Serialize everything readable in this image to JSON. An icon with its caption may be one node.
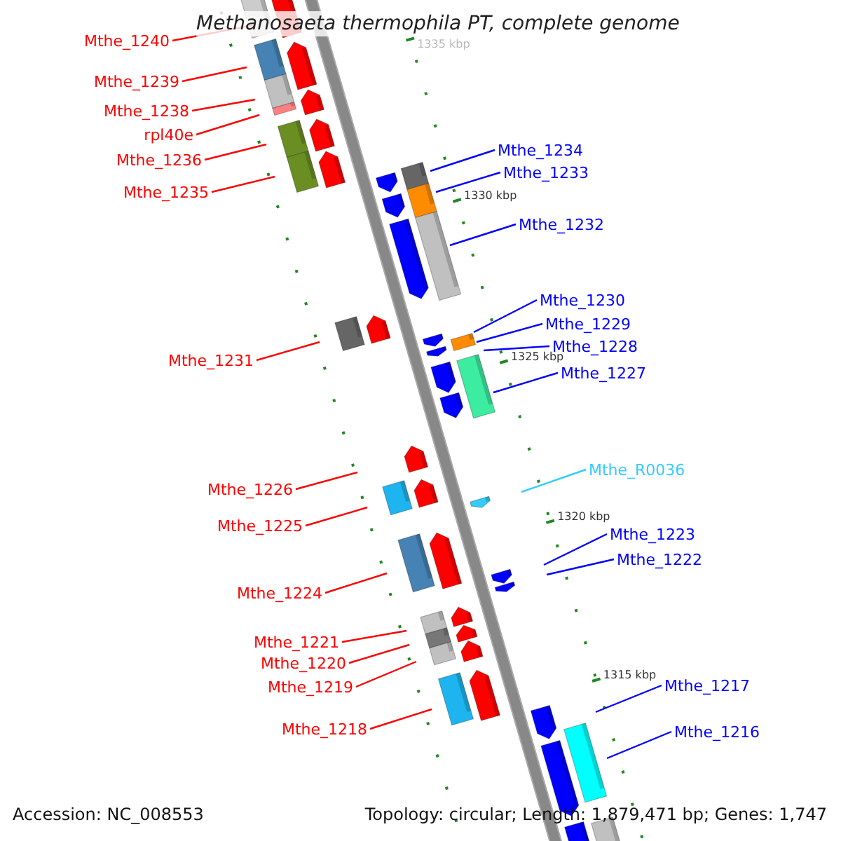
{
  "diagram": {
    "title": "Methanosaeta thermophila PT, complete genome",
    "nodes": [
      {
        "text": [
          "Mthe_1240"
        ]
      },
      {
        "text": [
          "Mthe_1239"
        ]
      },
      {
        "text": [
          "Mthe_1238"
        ]
      },
      {
        "text": [
          "rpl40e"
        ]
      },
      {
        "text": [
          "Mthe_1234"
        ]
      },
      {
        "text": [
          "Mthe_1236"
        ]
      },
      {
        "text": [
          "Mthe_1233"
        ]
      },
      {
        "text": [
          "Mthe_1235"
        ]
      },
      {
        "text": [
          "Mthe_1232"
        ]
      },
      {
        "text": [
          "Mthe_1230"
        ]
      },
      {
        "text": [
          "Mthe_1229"
        ]
      },
      {
        "text": [
          "Mthe_1228"
        ]
      },
      {
        "text": [
          "Mthe_1231"
        ]
      },
      {
        "text": [
          "Mthe_1227"
        ]
      },
      {
        "text": [
          "Mthe_R0036"
        ]
      },
      {
        "text": [
          "Mthe_1226"
        ]
      },
      {
        "text": [
          "Mthe_1225"
        ]
      },
      {
        "text": [
          "Mthe_1223"
        ]
      },
      {
        "text": [
          "Mthe_1222"
        ]
      },
      {
        "text": [
          "Mthe_1224"
        ]
      },
      {
        "text": [
          "Mthe_1221"
        ]
      },
      {
        "text": [
          "Mthe_1220"
        ]
      },
      {
        "text": [
          "Mthe_1217"
        ]
      },
      {
        "text": [
          "Mthe_1219"
        ]
      },
      {
        "text": [
          "Mthe_1218"
        ]
      },
      {
        "text": [
          "Mthe_1216"
        ]
      }
    ],
    "edges": [
      {
        "from": 0,
        "to": null,
        "arrow": "none"
      },
      {
        "from": 1,
        "to": null,
        "arrow": "none"
      },
      {
        "from": 2,
        "to": null,
        "arrow": "none"
      },
      {
        "from": 3,
        "to": null,
        "arrow": "none"
      },
      {
        "from": 4,
        "to": null,
        "arrow": "none",
        "color": "#0000ff"
      },
      {
        "from": 5,
        "to": null,
        "arrow": "none"
      },
      {
        "from": 6,
        "to": null,
        "arrow": "none",
        "color": "#0000ff"
      },
      {
        "from": 7,
        "to": null,
        "arrow": "none"
      },
      {
        "from": 8,
        "to": null,
        "arrow": "none",
        "color": "#0000ff"
      },
      {
        "from": 9,
        "to": null,
        "arrow": "none",
        "color": "#0000ff"
      },
      {
        "from": 10,
        "to": null,
        "arrow": "none",
        "color": "#0000ff"
      },
      {
        "from": 11,
        "to": null,
        "arrow": "none",
        "color": "#0000ff"
      },
      {
        "from": 12,
        "to": null,
        "arrow": "none"
      },
      {
        "from": 13,
        "to": null,
        "arrow": "none",
        "color": "#0000ff"
      },
      {
        "from": 14,
        "to": null,
        "arrow": "none",
        "color": "#33ccff"
      },
      {
        "from": 15,
        "to": null,
        "arrow": "none"
      },
      {
        "from": 16,
        "to": null,
        "arrow": "none"
      },
      {
        "from": 17,
        "to": null,
        "arrow": "none",
        "color": "#0000ff"
      },
      {
        "from": 18,
        "to": null,
        "arrow": "none",
        "color": "#0000ff"
      },
      {
        "from": 19,
        "to": null,
        "arrow": "none"
      },
      {
        "from": 20,
        "to": null,
        "arrow": "none"
      },
      {
        "from": 21,
        "to": null,
        "arrow": "none"
      },
      {
        "from": 22,
        "to": null,
        "arrow": "none",
        "color": "#0000ff"
      },
      {
        "from": 23,
        "to": null,
        "arrow": "none"
      },
      {
        "from": 24,
        "to": null,
        "arrow": "none"
      },
      {
        "from": 25,
        "to": null,
        "arrow": "none",
        "color": "#0000ff"
      }
    ],
    "labels": [
      "1335 kbp",
      "1330 kbp",
      "1325 kbp",
      "1320 kbp",
      "1315 kbp",
      "Accession: NC_008553",
      "Topology: circular; Length: 1,879,471 bp; Genes: 1,747"
    ]
  }
}
